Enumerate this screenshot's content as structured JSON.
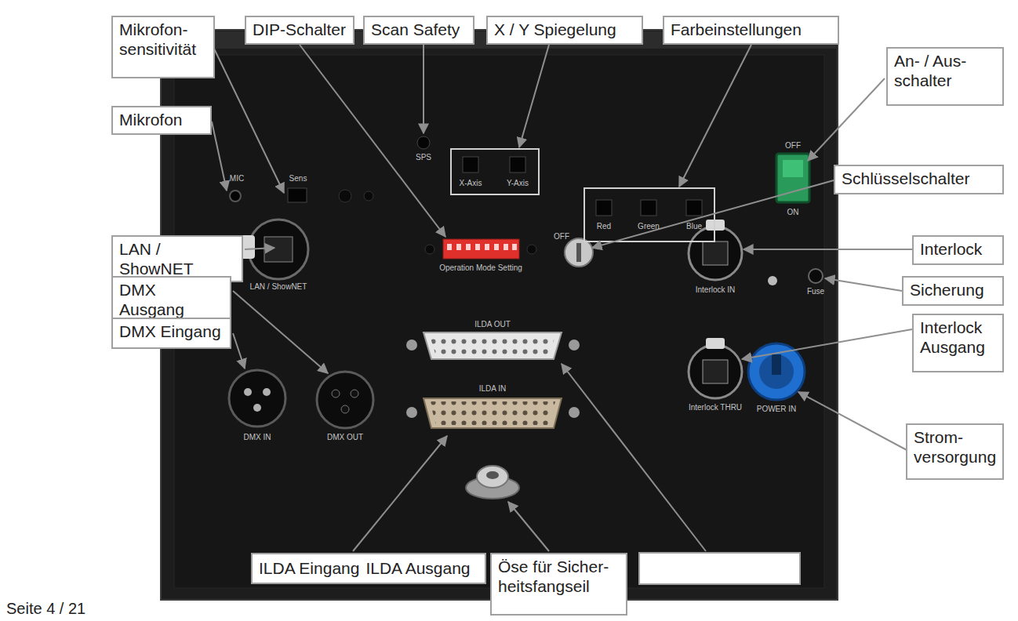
{
  "diagram": {
    "nodes": [
      {
        "text": [
          "Mikrofon- sensitivität"
        ]
      },
      {
        "text": [
          "DIP-Schalter"
        ]
      },
      {
        "text": [
          "Scan Safety"
        ]
      },
      {
        "text": [
          "X / Y Spiegelung"
        ]
      },
      {
        "text": [
          "Farbeinstellungen"
        ]
      },
      {
        "text": [
          "An- / Aus- schalter"
        ]
      },
      {
        "text": [
          "Mikrofon"
        ]
      },
      {
        "text": [
          "Schlüsselschalter"
        ]
      },
      {
        "text": [
          "LAN / ShowNET"
        ]
      },
      {
        "text": [
          "Interlock"
        ]
      },
      {
        "text": [
          "DMX Ausgang"
        ]
      },
      {
        "text": [
          "Sicherung"
        ]
      },
      {
        "text": [
          "DMX Eingang"
        ]
      },
      {
        "text": [
          "Interlock Ausgang"
        ]
      },
      {
        "text": [
          "Strom- versorgung"
        ]
      },
      {
        "text": [
          "ILDA Eingang",
          "ILDA Ausgang"
        ]
      },
      {
        "text": [
          "Öse für Sicher- heitsfangseil"
        ]
      }
    ],
    "labels": [
      "MIC",
      "Sens",
      "SPS",
      "X-Axis",
      "Y-Axis",
      "Red",
      "Green",
      "Blue",
      "OFF",
      "ON",
      "Operation Mode Setting",
      "OFF",
      "LAN / ShowNET",
      "Interlock IN",
      "Fuse",
      "ILDA OUT",
      "ILDA IN",
      "DMX IN",
      "DMX OUT",
      "Interlock THRU",
      "POWER IN",
      "Seite 4 / 21"
    ]
  }
}
